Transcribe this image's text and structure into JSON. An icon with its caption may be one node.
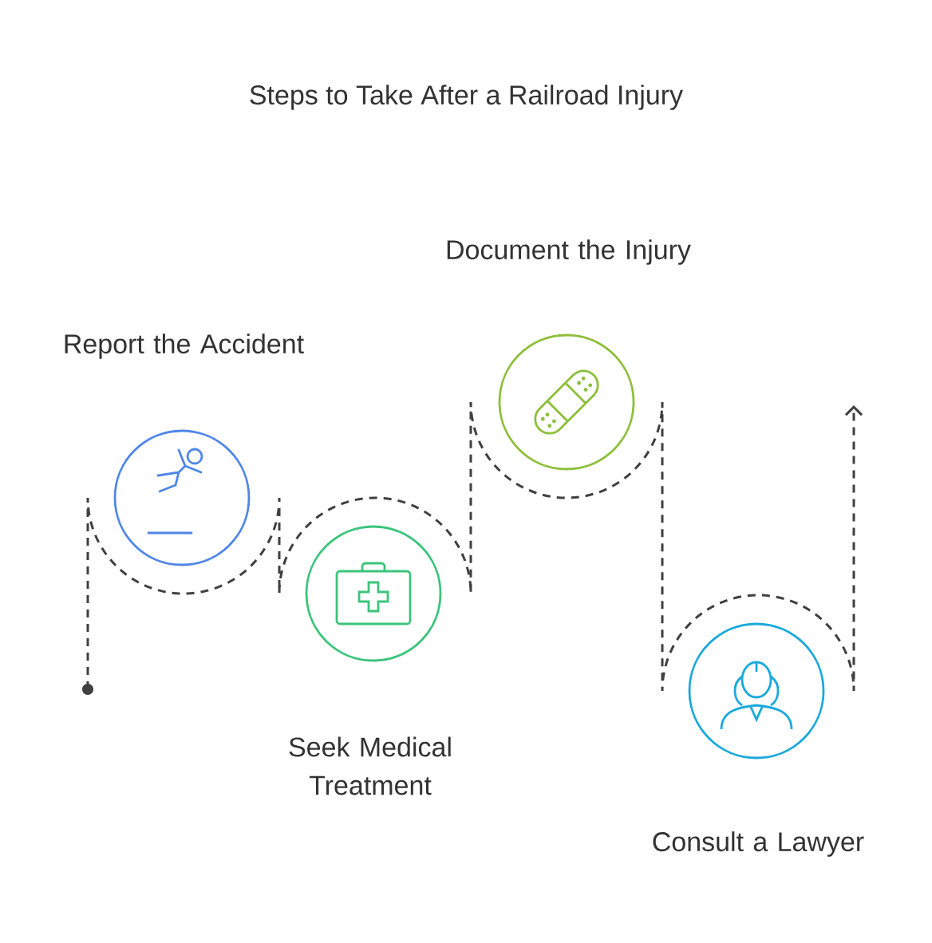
{
  "diagram": {
    "title": "Steps to Take After a Railroad Injury",
    "nodes": [
      {
        "text": [
          "Report the Accident"
        ]
      },
      {
        "text": [
          "Seek Medical Treatment"
        ]
      },
      {
        "text": [
          "Document the Injury"
        ]
      },
      {
        "text": [
          "Consult a Lawyer"
        ]
      }
    ]
  }
}
